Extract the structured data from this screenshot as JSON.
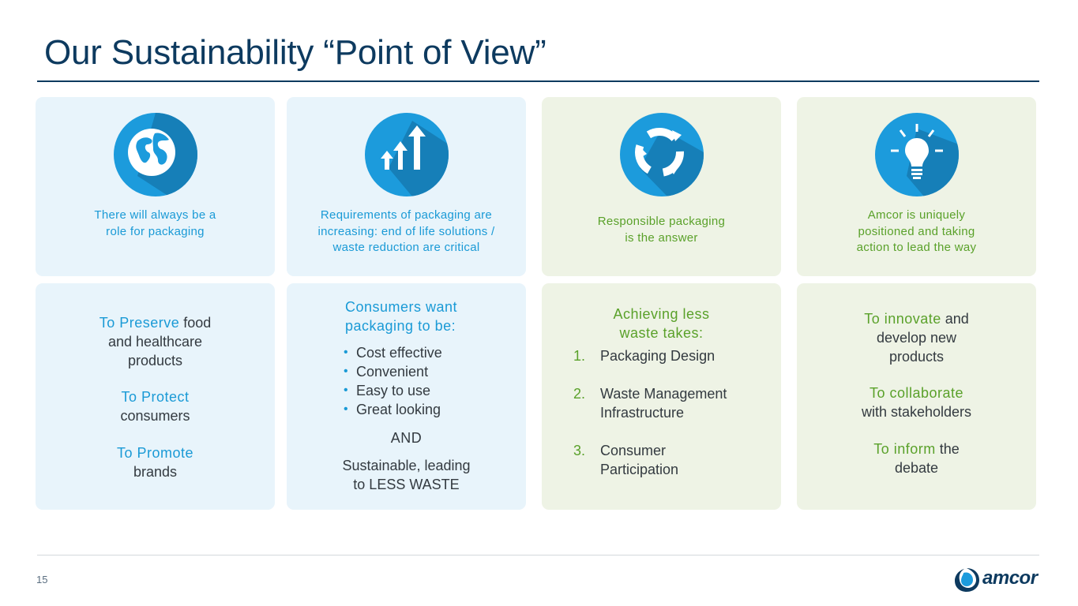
{
  "slide": {
    "title": "Our Sustainability “Point of View”",
    "page_number": "15",
    "logo_text": "amcor"
  },
  "colors": {
    "title": "#0d3a5f",
    "accent_blue": "#1a9ad6",
    "accent_green": "#5aa12a",
    "icon_circle": "#1c9bdc",
    "card_blue": "#e8f4fb",
    "card_green": "#eef3e5"
  },
  "cards_top": [
    {
      "icon": "globe-icon",
      "lines": [
        "There will always be a",
        "role for packaging"
      ]
    },
    {
      "icon": "rising-arrows-icon",
      "lines": [
        "Requirements of packaging are",
        "increasing: end of life solutions /",
        "waste reduction are critical"
      ]
    },
    {
      "icon": "recycle-arrows-icon",
      "lines": [
        "Responsible packaging",
        "is the answer"
      ]
    },
    {
      "icon": "lightbulb-icon",
      "lines": [
        "Amcor is uniquely",
        "positioned and taking",
        "action to lead the way"
      ]
    }
  ],
  "card1": {
    "preserve_hl": "To Preserve",
    "preserve_rest": " food",
    "preserve_l2": "and healthcare",
    "preserve_l3": "products",
    "protect_hl": "To Protect",
    "protect_l2": "consumers",
    "promote_hl": "To Promote",
    "promote_l2": "brands"
  },
  "card2": {
    "heading_l1": "Consumers want",
    "heading_l2": "packaging to be:",
    "bullets": [
      "Cost effective",
      "Convenient",
      "Easy to use",
      "Great looking"
    ],
    "and_label": "AND",
    "closing_l1": "Sustainable, leading",
    "closing_l2": "to LESS WASTE"
  },
  "card3": {
    "heading_l1": "Achieving less",
    "heading_l2": "waste takes:",
    "steps": [
      {
        "num": "1.",
        "l1": "Packaging Design",
        "l2": ""
      },
      {
        "num": "2.",
        "l1": "Waste Management",
        "l2": "Infrastructure"
      },
      {
        "num": "3.",
        "l1": "Consumer",
        "l2": "Participation"
      }
    ]
  },
  "card4": {
    "innovate_hl": "To innovate",
    "innovate_rest": " and",
    "innovate_l2": "develop new",
    "innovate_l3": "products",
    "collaborate_hl": "To collaborate",
    "collaborate_l2": "with stakeholders",
    "inform_hl": "To inform",
    "inform_rest": " the",
    "inform_l2": "debate"
  }
}
